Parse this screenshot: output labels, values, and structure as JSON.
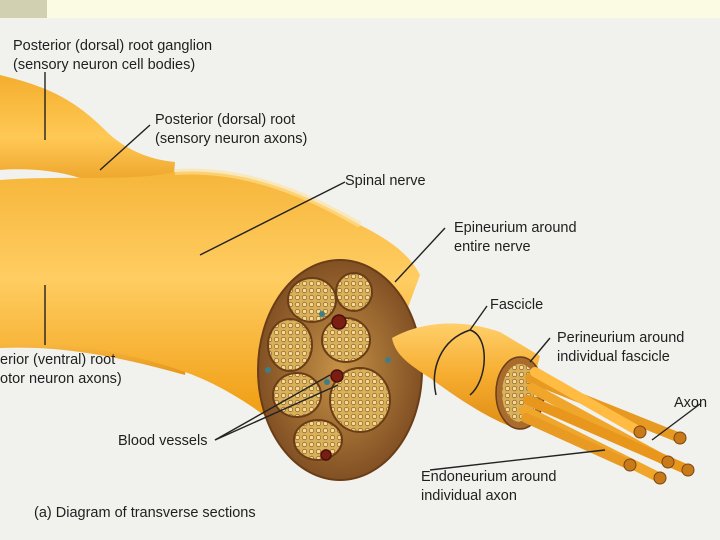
{
  "labels": {
    "dorsal_root_ganglion": [
      "Posterior (dorsal) root ganglion",
      "(sensory neuron cell bodies)"
    ],
    "dorsal_root": [
      "Posterior (dorsal) root",
      "(sensory neuron axons)"
    ],
    "spinal_nerve": "Spinal nerve",
    "epineurium": [
      "Epineurium around",
      "entire nerve"
    ],
    "fascicle": "Fascicle",
    "perineurium": [
      "Perineurium around",
      "individual fascicle"
    ],
    "ventral_root": [
      "erior (ventral) root",
      "otor neuron axons)"
    ],
    "axon": "Axon",
    "blood_vessels": "Blood vessels",
    "endoneurium": [
      "Endoneurium around",
      "individual axon"
    ],
    "caption": "(a) Diagram of transverse sections"
  },
  "colors": {
    "nerve_orange": "#f2a21a",
    "nerve_light": "#ffd070",
    "section_brown": "#8e5a2a",
    "fascicle_fill": "#d9b25c",
    "blood_vessel": "#7a1e14",
    "header_bar": "#fbfbe4",
    "header_swatch": "#d1d0b0"
  }
}
